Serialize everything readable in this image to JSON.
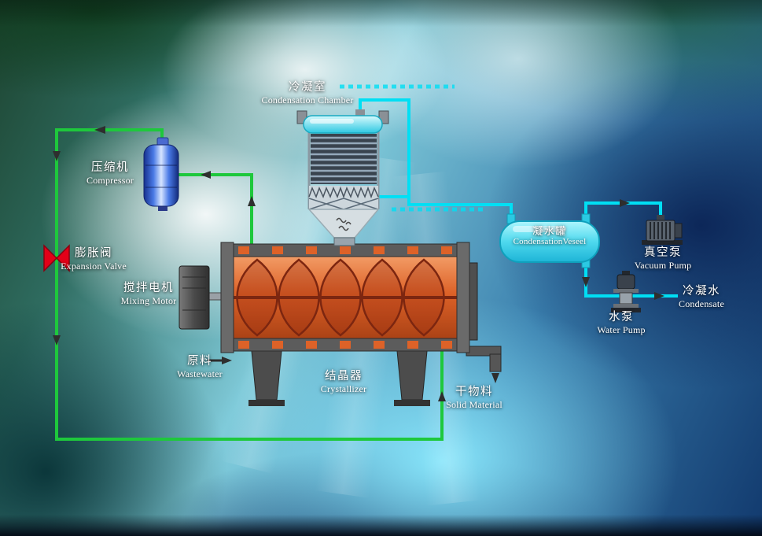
{
  "labels": {
    "condensation_chamber": {
      "zh": "冷凝室",
      "en": "Condensation Chamber"
    },
    "compressor": {
      "zh": "压缩机",
      "en": "Compressor"
    },
    "expansion_valve": {
      "zh": "膨胀阀",
      "en": "Expansion Valve"
    },
    "mixing_motor": {
      "zh": "搅拌电机",
      "en": "Mixing Motor"
    },
    "wastewater": {
      "zh": "原料",
      "en": "Wastewater"
    },
    "crystallizer": {
      "zh": "结晶器",
      "en": "Crystallizer"
    },
    "solid_material": {
      "zh": "干物料",
      "en": "Solid Material"
    },
    "condensation_vessel": {
      "zh": "凝水罐",
      "en": "CondensationVeseel"
    },
    "vacuum_pump": {
      "zh": "真空泵",
      "en": "Vacuum Pump"
    },
    "water_pump": {
      "zh": "水泵",
      "en": "Water Pump"
    },
    "condensate": {
      "zh": "冷凝水",
      "en": "Condensate"
    }
  },
  "colors": {
    "pipe_green": "#1ec83c",
    "pipe_cyan": "#00dff4",
    "arrow_dark": "#2e2e2e",
    "valve_red": "#e30018",
    "crystallizer_orange": "#dd6228",
    "vessel_cyan": "#2cc8e2",
    "compressor_blue": "#3a66d8",
    "metal_gray": "#565656",
    "label_text": "#ffffff"
  }
}
